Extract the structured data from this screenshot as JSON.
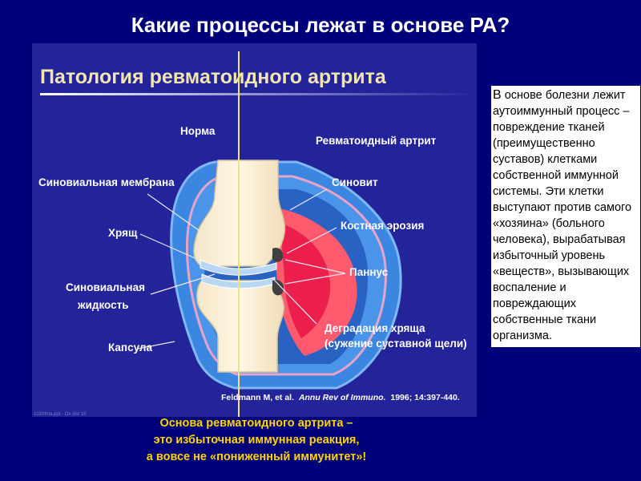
{
  "slide": {
    "title": "Какие процессы лежат в основе РА?",
    "colors": {
      "background": "#00007a",
      "panel": "#23239a",
      "bottom_text": "#ffd400"
    }
  },
  "diagram": {
    "title": "Патология ревматоидного артрита",
    "labels": {
      "norm": "Норма",
      "ra": "Ревматоидный артрит",
      "synovial_membrane": "Синовиальная мембрана",
      "cartilage": "Хрящ",
      "synovial_fluid_1": "Синовиальная",
      "synovial_fluid_2": "жидкость",
      "capsule": "Капсула",
      "synovitis": "Синовит",
      "bone_erosion": "Костная эрозия",
      "pannus": "Паннус",
      "degradation_1": "Деградация хряща",
      "degradation_2": "(сужение суставной щели)"
    },
    "citation": {
      "authors": "Feldmann M, et al.",
      "journal": "Annu Rev of Immuno.",
      "details": "1996; 14:397-440."
    },
    "footer_small": "1020fma.ppt - Ox.slid 10"
  },
  "side_text": {
    "first": "В",
    "body": " основе болезни лежит аутоиммунный процесс – повреждение тканей (преимущественно суставов) клетками собственной иммунной системы. Эти клетки выступают против самого «хозяина» (больного человека), вырабатывая избыточный уровень «веществ», вызывающих воспаление и повреждающих собственные ткани организма."
  },
  "bottom_note": {
    "line1": "Основа ревматоидного артрита –",
    "line2": "это избыточная иммунная реакция,",
    "line3": "а вовсе не «пониженный иммунитет»!"
  }
}
